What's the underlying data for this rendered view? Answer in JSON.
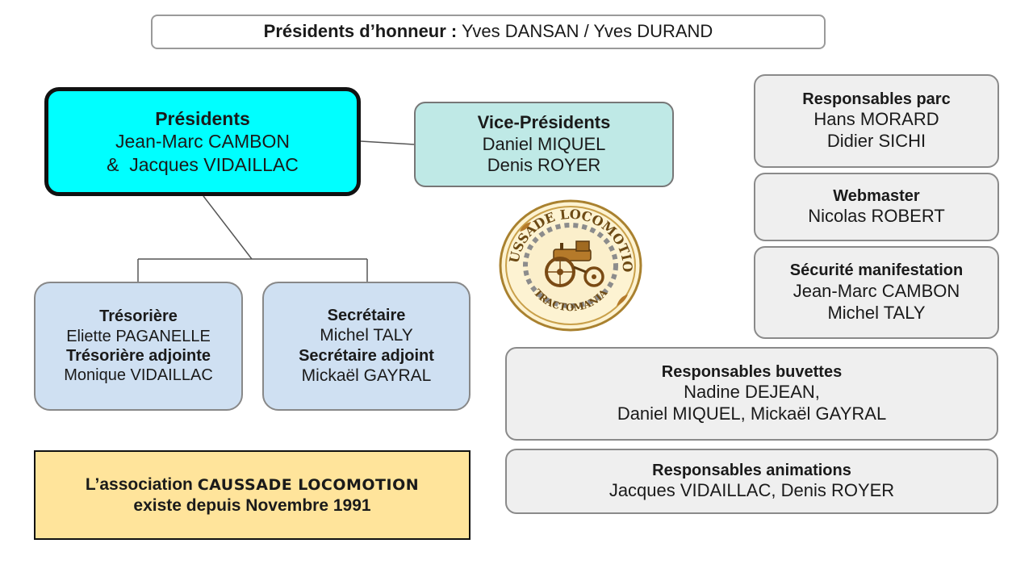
{
  "honor": {
    "label": "Présidents d’honneur :",
    "names": " Yves DANSAN / Yves DURAND"
  },
  "presidents": {
    "title": "Présidents",
    "line1": "Jean-Marc CAMBON",
    "line2": "&  Jacques VIDAILLAC",
    "fill": "#00ffff"
  },
  "vice_presidents": {
    "title": "Vice-Présidents",
    "line1": "Daniel MIQUEL",
    "line2": "Denis ROYER"
  },
  "treasurer": {
    "title": "Trésorière",
    "name": "Eliette PAGANELLE",
    "deputy_title": "Trésorière adjointe",
    "deputy_name": "Monique VIDAILLAC"
  },
  "secretary": {
    "title": "Secrétaire",
    "name": "Michel TALY",
    "deputy_title": "Secrétaire adjoint",
    "deputy_name": "Mickaël GAYRAL"
  },
  "park": {
    "title": "Responsables parc",
    "line1": "Hans MORARD",
    "line2": "Didier SICHI"
  },
  "webmaster": {
    "title": "Webmaster",
    "line1": "Nicolas ROBERT"
  },
  "security": {
    "title": "Sécurité manifestation",
    "line1": "Jean-Marc CAMBON",
    "line2": "Michel TALY"
  },
  "bars": {
    "title": "Responsables buvettes",
    "line1": "Nadine DEJEAN,",
    "line2": "Daniel MIQUEL, Mickaël GAYRAL"
  },
  "animations": {
    "title": "Responsables animations",
    "line1": "Jacques VIDAILLAC, Denis ROYER"
  },
  "association": {
    "prefix": "L’association ",
    "brand": "CAUSSADE LOCOMOTION",
    "line2": "existe depuis Novembre 1991",
    "fill": "#ffe49b"
  },
  "logo": {
    "top_text": "CAUSSADE LOCOMOTION",
    "bottom_text": "TRACTOMANIA",
    "icon": "tractor-icon"
  }
}
